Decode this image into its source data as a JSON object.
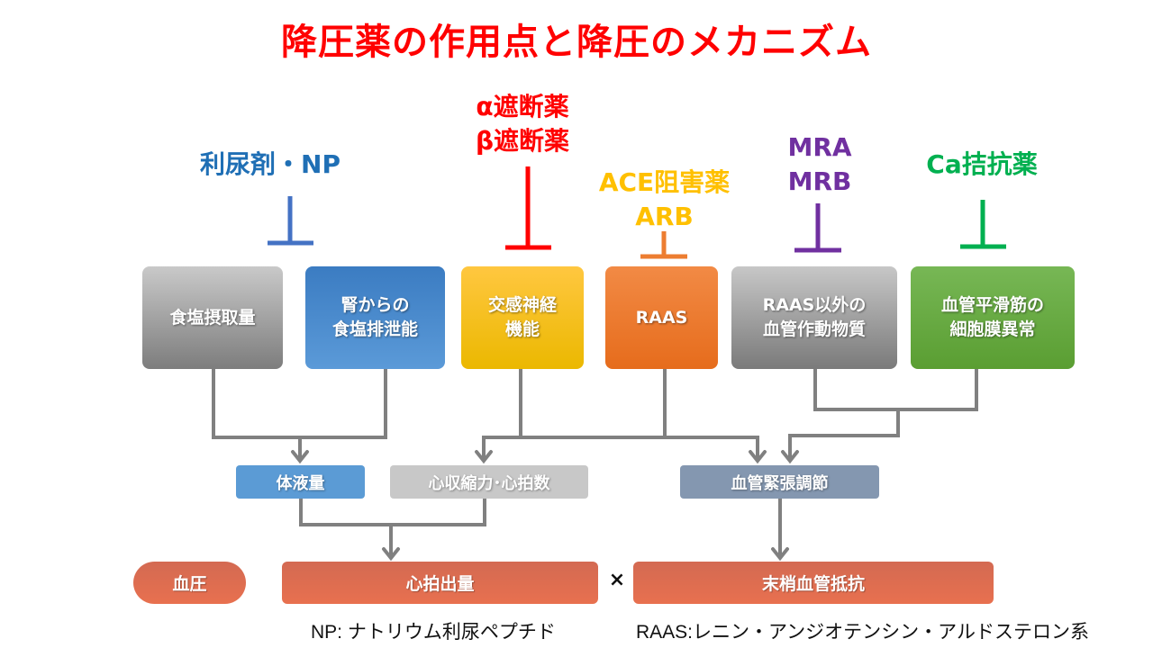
{
  "title": "降圧薬の作用点と降圧のメカニズム",
  "drugs": [
    {
      "label": "利尿剤・NP",
      "color": "#1f6fb5",
      "blocker_color": "#4472c4"
    },
    {
      "label": "α遮断薬\nβ遮断薬",
      "line1": "α遮断薬",
      "line2": "β遮断薬",
      "color": "#ff0000",
      "blocker_color": "#ff0000"
    },
    {
      "label": "ACE阻害薬 ARB",
      "line1": "ACE阻害薬",
      "line2": "ARB",
      "color": "#ffc000",
      "blocker_color": "#ed7d31"
    },
    {
      "label": "MRA MRB",
      "line1": "MRA",
      "line2": "MRB",
      "color": "#7030a0",
      "blocker_color": "#7030a0"
    },
    {
      "label": "Ca拮抗薬",
      "color": "#00b050",
      "blocker_color": "#00b050"
    }
  ],
  "factors": [
    {
      "label": "食塩摂取量"
    },
    {
      "label": "腎からの\n食塩排泄能"
    },
    {
      "label": "交感神経\n機能"
    },
    {
      "label": "RAAS"
    },
    {
      "label": "RAAS以外の\n血管作動物質"
    },
    {
      "label": "血管平滑筋の\n細胞膜異常"
    }
  ],
  "intermediates": [
    {
      "label": "体液量"
    },
    {
      "label": "心収縮力･心拍数"
    },
    {
      "label": "血管緊張調節"
    }
  ],
  "outcome": {
    "blood_pressure": "血圧",
    "cardiac_output": "心拍出量",
    "multiply": "×",
    "peripheral_resistance": "末梢血管抵抗"
  },
  "footnotes": {
    "np": "NP: ナトリウム利尿ペプチド",
    "raas": "RAAS:レニン・アンジオテンシン・アルドステロン系"
  }
}
